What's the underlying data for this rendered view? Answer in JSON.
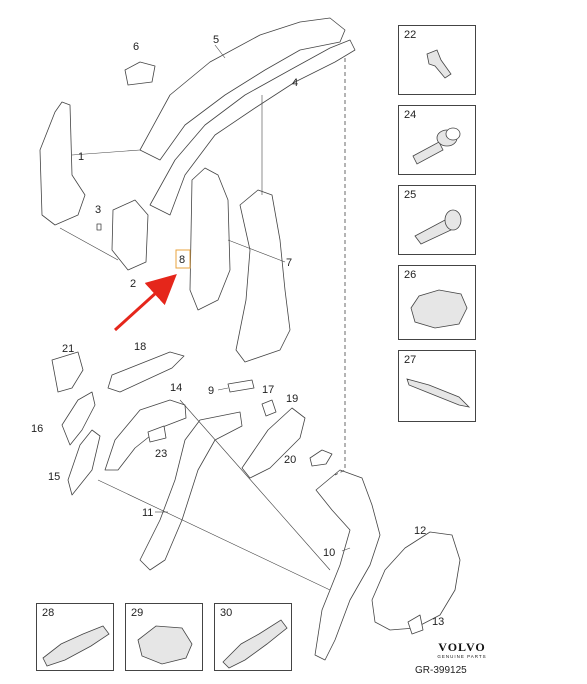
{
  "parts": [
    {
      "num": "1"
    },
    {
      "num": "2"
    },
    {
      "num": "3"
    },
    {
      "num": "4"
    },
    {
      "num": "5"
    },
    {
      "num": "6"
    },
    {
      "num": "7"
    },
    {
      "num": "8"
    },
    {
      "num": "9"
    },
    {
      "num": "10"
    },
    {
      "num": "11"
    },
    {
      "num": "12"
    },
    {
      "num": "13"
    },
    {
      "num": "14"
    },
    {
      "num": "15"
    },
    {
      "num": "16"
    },
    {
      "num": "17"
    },
    {
      "num": "18"
    },
    {
      "num": "19"
    },
    {
      "num": "20"
    },
    {
      "num": "21"
    },
    {
      "num": "23"
    }
  ],
  "reference_boxes": [
    {
      "num": "22",
      "icon": "clip-icon"
    },
    {
      "num": "24",
      "icon": "flange-bolt-icon"
    },
    {
      "num": "25",
      "icon": "screw-icon"
    },
    {
      "num": "26",
      "icon": "insulation-pad-icon"
    },
    {
      "num": "27",
      "icon": "strip-icon"
    },
    {
      "num": "28",
      "icon": "reinforcement-bracket-icon"
    },
    {
      "num": "29",
      "icon": "foam-block-icon"
    },
    {
      "num": "30",
      "icon": "member-bracket-icon"
    }
  ],
  "highlight": {
    "part": "8",
    "box_color": "#e8a33c",
    "arrow_color": "#e5261b"
  },
  "brand": {
    "logo": "VOLVO",
    "subtitle": "GENUINE PARTS"
  },
  "diagram_code": "GR-399125",
  "colors": {
    "line": "#444444",
    "fill": "#ffffff",
    "shade": "#e6e6e6"
  }
}
